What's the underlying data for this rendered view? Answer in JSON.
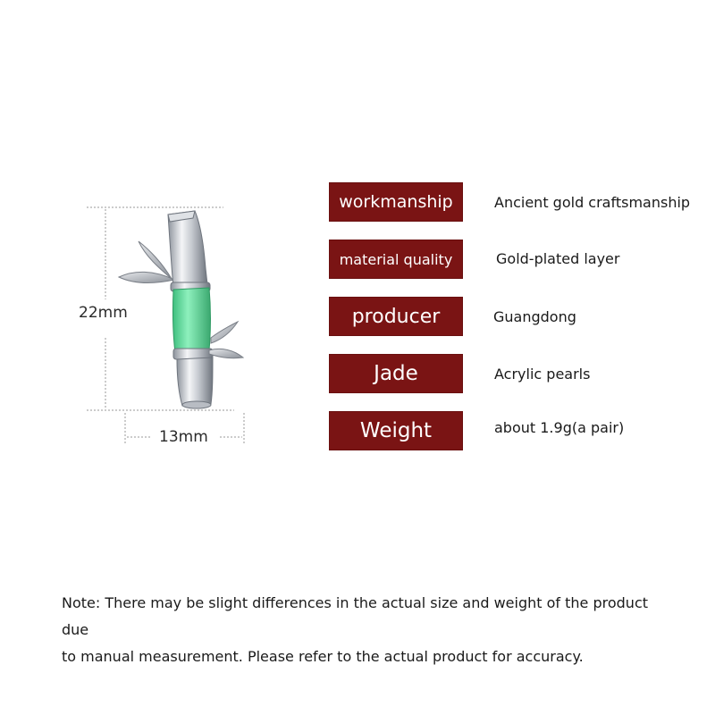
{
  "dimensions": {
    "height": "22mm",
    "width": "13mm"
  },
  "specs": [
    {
      "key": "workmanship",
      "value": "Ancient gold craftsmanship"
    },
    {
      "key": "material quality",
      "value": "Gold-plated layer"
    },
    {
      "key": "producer",
      "value": "Guangdong"
    },
    {
      "key": "Jade",
      "value": "Acrylic pearls"
    },
    {
      "key": "Weight",
      "value": "about 1.9g(a pair)"
    }
  ],
  "note": {
    "line1": "Note: There may be slight differences in the actual size and weight of the product due",
    "line2": "to manual measurement. Please refer to the actual product for accuracy."
  },
  "colors": {
    "label_background": "#7a1414",
    "jade": "#5fd49a",
    "silver": "#c9cdd3"
  }
}
